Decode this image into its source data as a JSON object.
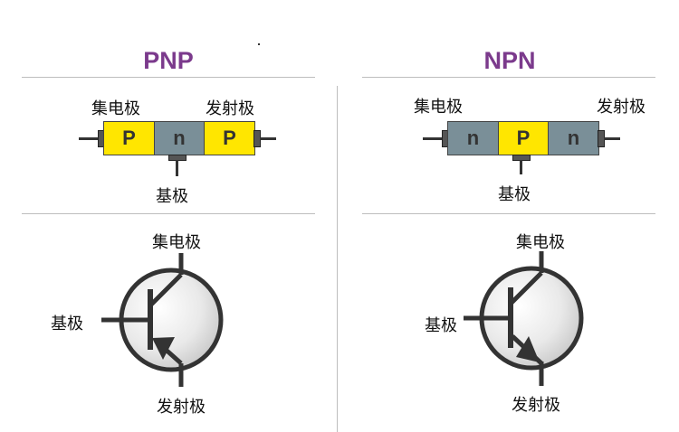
{
  "pnp": {
    "title": "PNP",
    "layers": [
      "P",
      "n",
      "P"
    ],
    "bar_collector": "集电极",
    "bar_emitter": "发射极",
    "bar_base": "基极",
    "sym_collector": "集电极",
    "sym_base": "基极",
    "sym_emitter": "发射极"
  },
  "npn": {
    "title": "NPN",
    "layers": [
      "n",
      "P",
      "n"
    ],
    "bar_collector": "集电极",
    "bar_emitter": "发射极",
    "bar_base": "基极",
    "sym_collector": "集电极",
    "sym_base": "基极",
    "sym_emitter": "发射极"
  },
  "colors": {
    "title": "#7b3a8c",
    "p_region": "#ffe600",
    "n_region": "#7a8f98",
    "symbol_stroke": "#333333"
  }
}
